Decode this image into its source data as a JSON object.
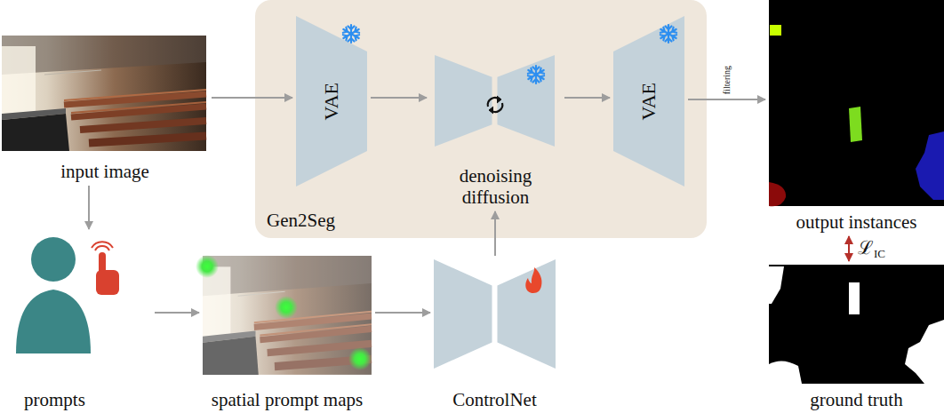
{
  "diagram": {
    "nodes": [
      {
        "text": [
          "input image"
        ]
      },
      {
        "text": [
          "Gen2Seg"
        ]
      },
      {
        "text": [
          "VAE"
        ],
        "in": 1
      },
      {
        "text": [
          "denoising diffusion"
        ],
        "in": 1
      },
      {
        "text": [
          "VAE"
        ],
        "in": 1
      },
      {
        "text": [
          "output instances"
        ]
      },
      {
        "text": [
          "ground truth"
        ]
      },
      {
        "text": [
          "prompts"
        ]
      },
      {
        "text": [
          "spatial prompt maps"
        ]
      },
      {
        "text": [
          "ControlNet"
        ]
      }
    ],
    "edges": [
      {
        "from": 0,
        "to": 2,
        "arrow": "to"
      },
      {
        "from": 2,
        "to": 3,
        "arrow": "to"
      },
      {
        "from": 3,
        "to": 4,
        "arrow": "to"
      },
      {
        "from": 4,
        "to": 5,
        "label": "filtering",
        "arrow": "to"
      },
      {
        "from": 5,
        "to": 6,
        "label": "ℒIC",
        "arrow": "both"
      },
      {
        "from": 0,
        "to": 7,
        "arrow": "to"
      },
      {
        "from": 7,
        "to": 8,
        "arrow": "to"
      },
      {
        "from": 8,
        "to": 9,
        "arrow": "to"
      },
      {
        "from": 9,
        "to": 3,
        "arrow": "to"
      }
    ]
  }
}
